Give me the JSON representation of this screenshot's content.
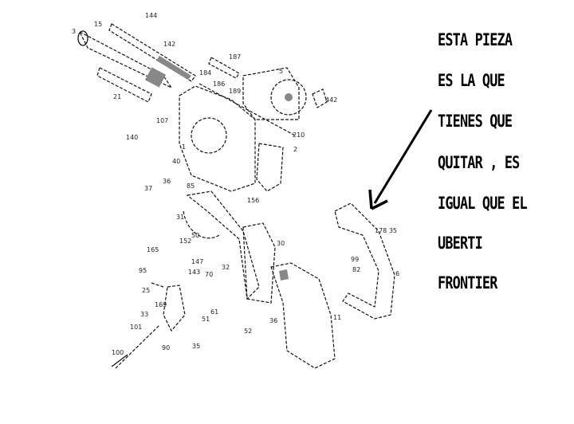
{
  "annotation": {
    "lines": [
      "ESTA PIEZA",
      "ES LA QUE",
      "TIENES QUE",
      "QUITAR , ES",
      "IGUAL QUE EL",
      "UBERTI",
      "FRONTIER"
    ]
  },
  "part_labels": {
    "p144": "144",
    "p15": "15",
    "p3": "3",
    "p142": "142",
    "p187": "187",
    "p5": "5",
    "p184": "184",
    "p186": "186",
    "p189": "189",
    "p21": "21",
    "p442": "442",
    "p107": "107",
    "p140": "140",
    "p210": "210",
    "p1": "1",
    "p2": "2",
    "p40": "40",
    "p37": "37",
    "p36a": "36",
    "p85": "85",
    "p156": "156",
    "p31": "31",
    "p152": "152",
    "p30": "30",
    "p50": "50",
    "p165": "165",
    "p147": "147",
    "p143": "143",
    "p95": "95",
    "p70": "70",
    "p32": "32",
    "p52": "52",
    "p36b": "36",
    "p11": "11",
    "p6": "6",
    "p99": "99",
    "p82": "82",
    "p100": "100",
    "p101": "101",
    "p33": "33",
    "p169": "169",
    "p25": "25",
    "p61": "61",
    "p51": "51",
    "p35": "35",
    "p90": "90",
    "p178": "178 35"
  }
}
